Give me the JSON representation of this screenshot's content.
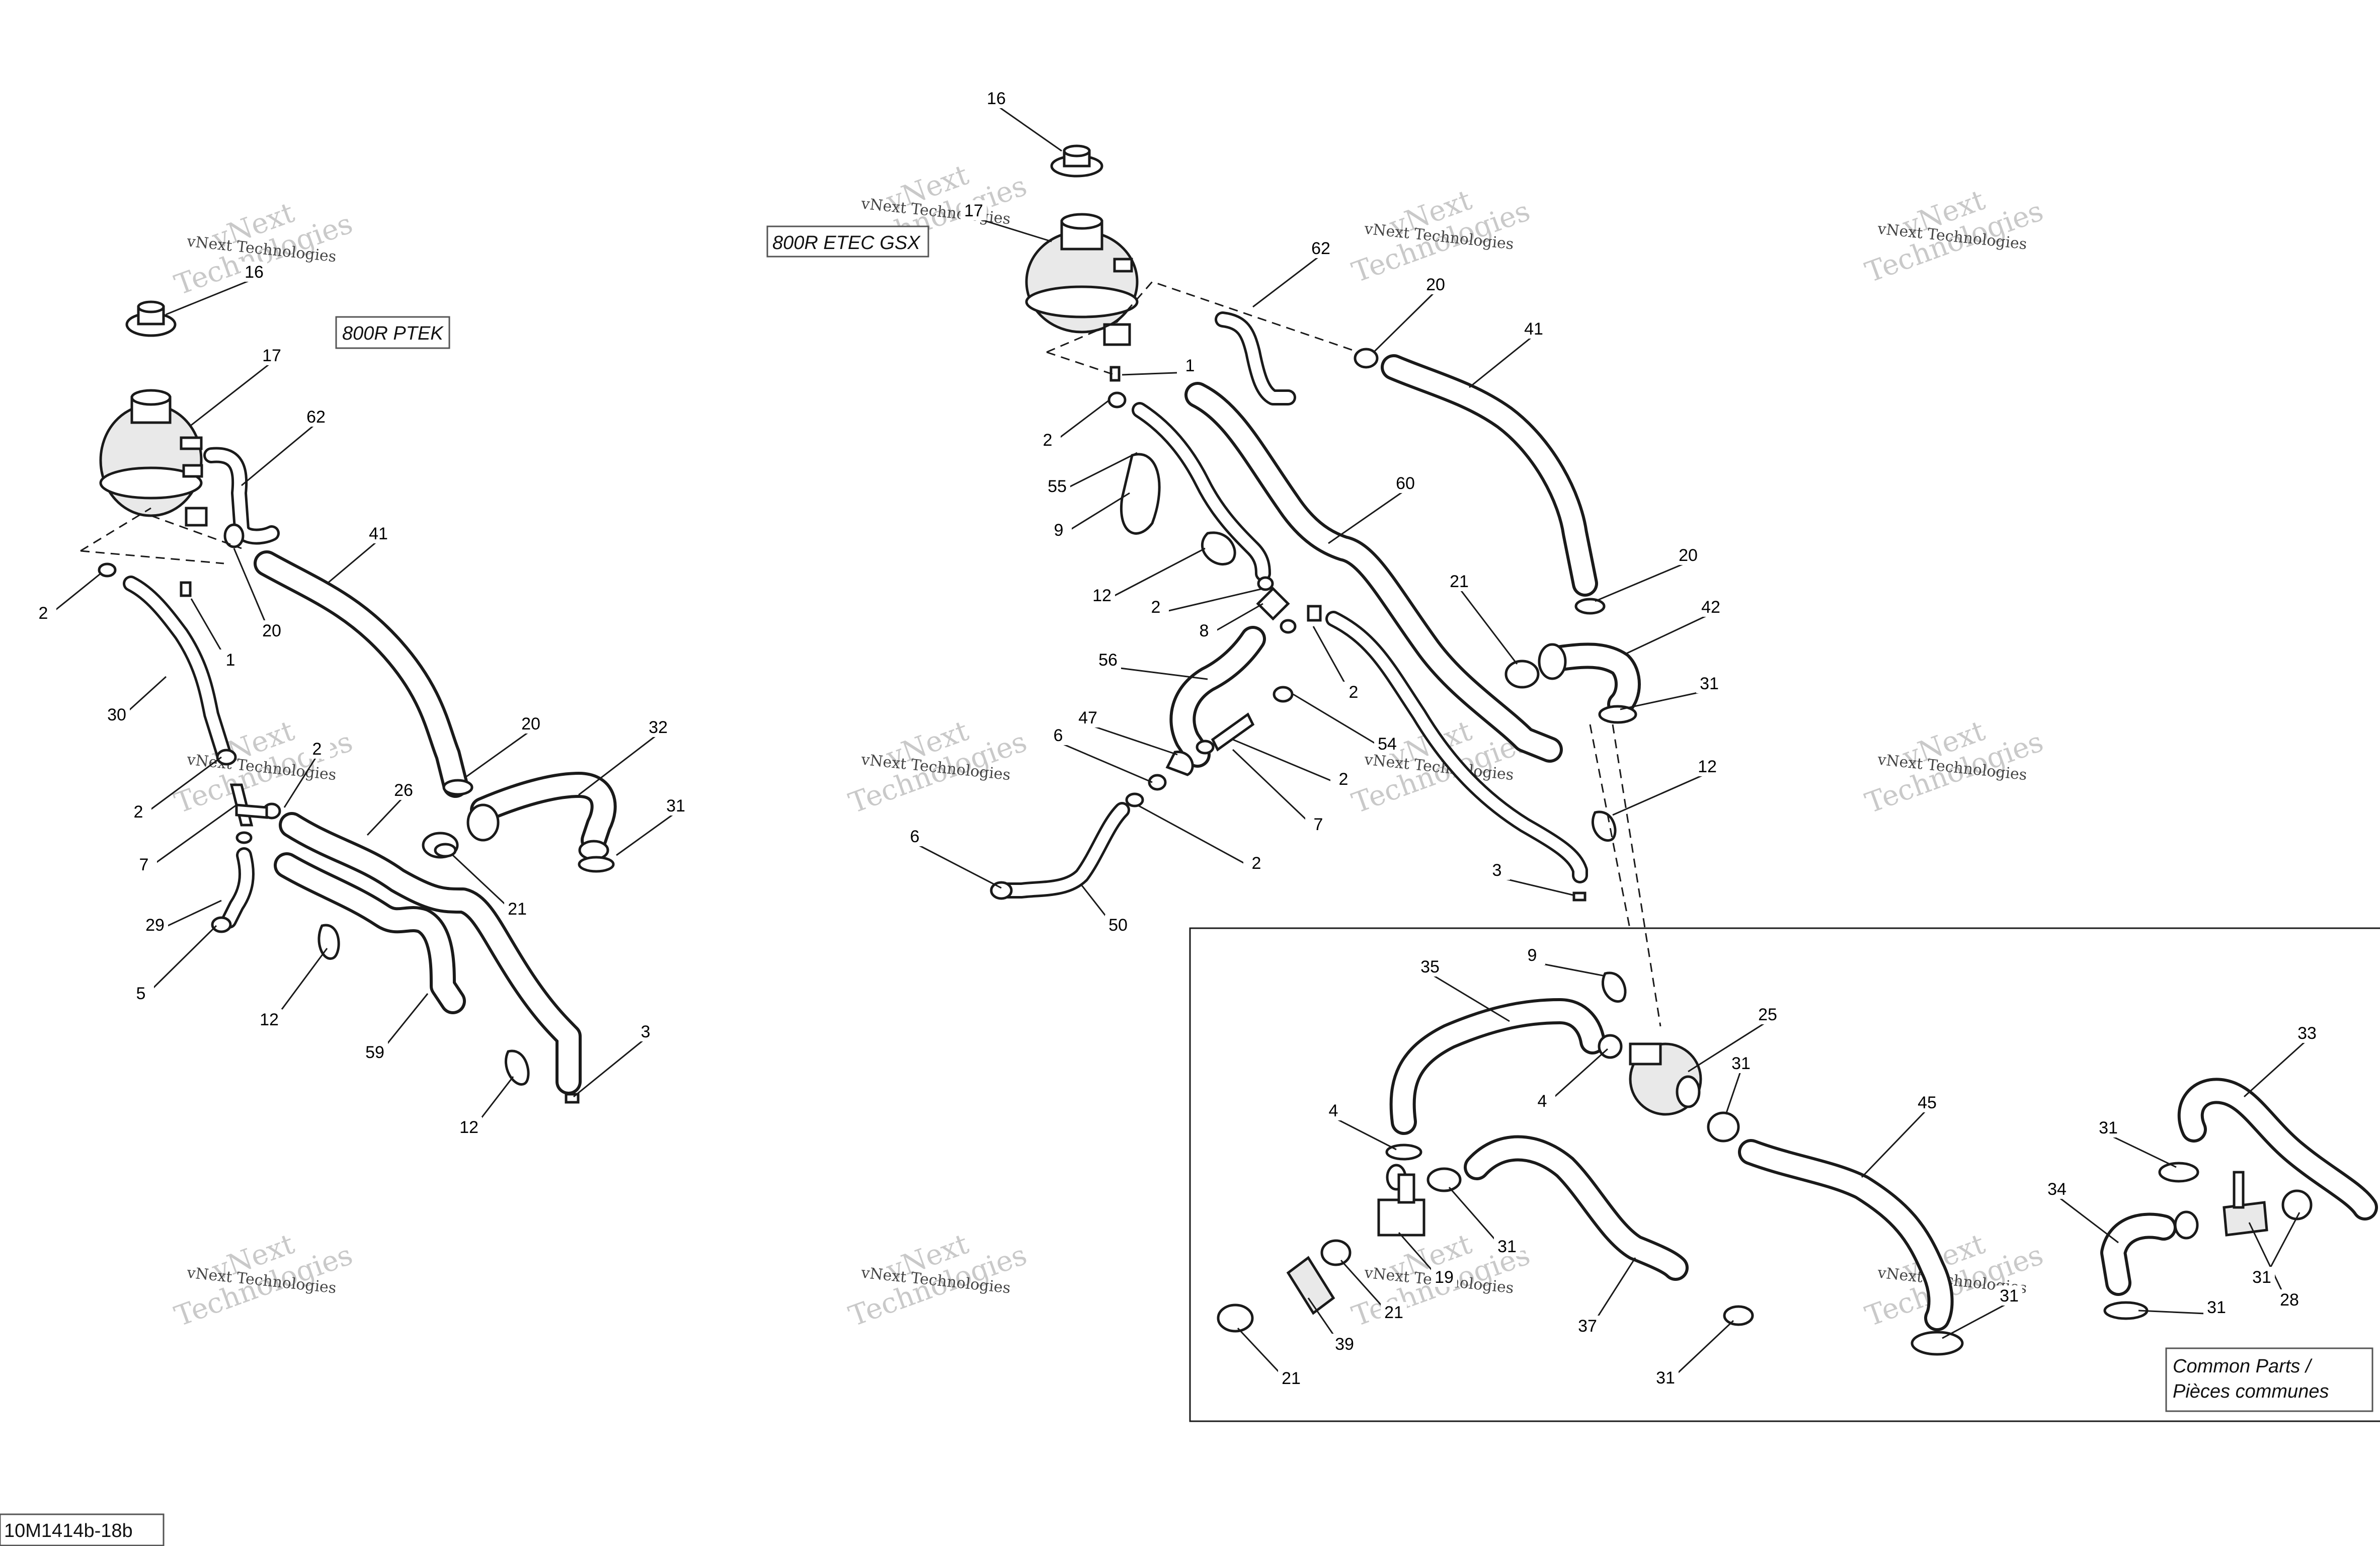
{
  "section_labels": {
    "ptek": "800R PTEK",
    "etec_gsx": "800R ETEC GSX",
    "common_line1": "Common Parts /",
    "common_line2": "Pièces communes"
  },
  "drawing_id": "10M1414b-18b",
  "watermark": {
    "line1": "vNext",
    "line2": "Technologies",
    "small": "vNext Technologies"
  },
  "callouts_left": [
    {
      "num": "16"
    },
    {
      "num": "17"
    },
    {
      "num": "62"
    },
    {
      "num": "41"
    },
    {
      "num": "2"
    },
    {
      "num": "1"
    },
    {
      "num": "20"
    },
    {
      "num": "30"
    },
    {
      "num": "20"
    },
    {
      "num": "32"
    },
    {
      "num": "2"
    },
    {
      "num": "2"
    },
    {
      "num": "26"
    },
    {
      "num": "31"
    },
    {
      "num": "7"
    },
    {
      "num": "21"
    },
    {
      "num": "29"
    },
    {
      "num": "5"
    },
    {
      "num": "12"
    },
    {
      "num": "59"
    },
    {
      "num": "3"
    },
    {
      "num": "12"
    }
  ],
  "callouts_mid": [
    {
      "num": "16"
    },
    {
      "num": "17"
    },
    {
      "num": "62"
    },
    {
      "num": "20"
    },
    {
      "num": "41"
    },
    {
      "num": "1"
    },
    {
      "num": "2"
    },
    {
      "num": "55"
    },
    {
      "num": "60"
    },
    {
      "num": "9"
    },
    {
      "num": "12"
    },
    {
      "num": "20"
    },
    {
      "num": "21"
    },
    {
      "num": "42"
    },
    {
      "num": "2"
    },
    {
      "num": "8"
    },
    {
      "num": "56"
    },
    {
      "num": "2"
    },
    {
      "num": "31"
    },
    {
      "num": "47"
    },
    {
      "num": "54"
    },
    {
      "num": "6"
    },
    {
      "num": "2"
    },
    {
      "num": "12"
    },
    {
      "num": "7"
    },
    {
      "num": "6"
    },
    {
      "num": "2"
    },
    {
      "num": "3"
    },
    {
      "num": "50"
    }
  ],
  "callouts_common": [
    {
      "num": "9"
    },
    {
      "num": "35"
    },
    {
      "num": "25"
    },
    {
      "num": "33"
    },
    {
      "num": "4"
    },
    {
      "num": "31"
    },
    {
      "num": "45"
    },
    {
      "num": "4"
    },
    {
      "num": "31"
    },
    {
      "num": "34"
    },
    {
      "num": "31"
    },
    {
      "num": "19"
    },
    {
      "num": "31"
    },
    {
      "num": "21"
    },
    {
      "num": "31"
    },
    {
      "num": "28"
    },
    {
      "num": "37"
    },
    {
      "num": "39"
    },
    {
      "num": "31"
    },
    {
      "num": "21"
    },
    {
      "num": "31"
    }
  ]
}
